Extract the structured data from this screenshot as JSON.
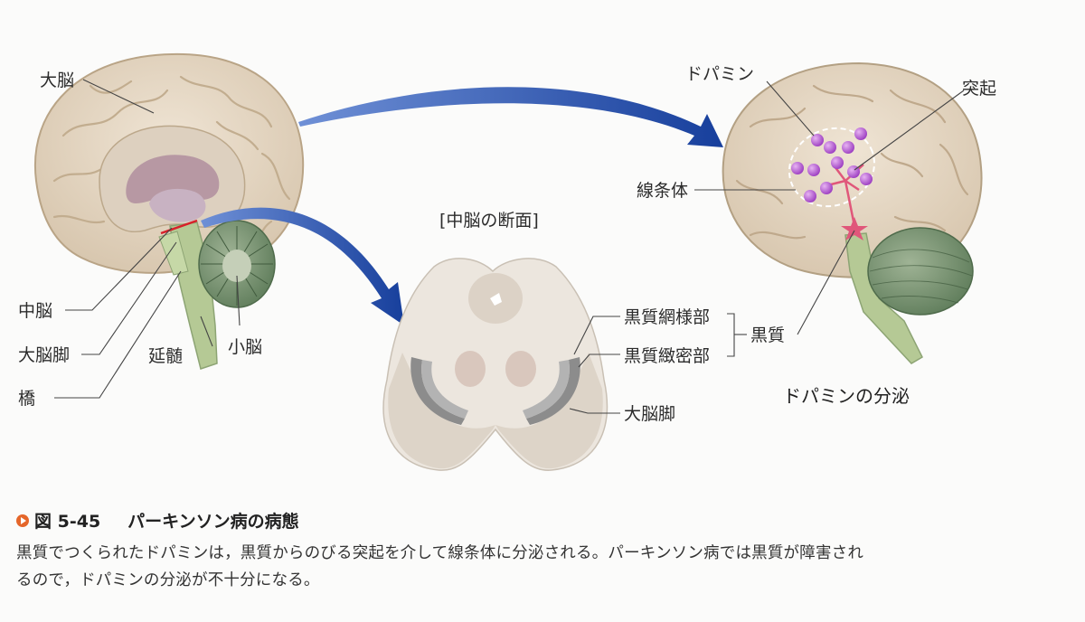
{
  "labels": {
    "cerebrum": "大脳",
    "midbrain": "中脳",
    "cerebral_peduncle_left": "大脳脚",
    "pons": "橋",
    "medulla": "延髄",
    "cerebellum": "小脳",
    "section_title": "[中脳の断面]",
    "substantia_nigra_reticulata": "黒質網様部",
    "substantia_nigra_compacta": "黒質緻密部",
    "substantia_nigra": "黒質",
    "cerebral_peduncle_right": "大脳脚",
    "dopamine": "ドパミン",
    "process": "突起",
    "striatum": "線条体",
    "dopamine_secretion": "ドパミンの分泌"
  },
  "caption": {
    "figure_number": "図 5-45",
    "title": "パーキンソン病の病態",
    "line1": "黒質でつくられたドパミンは，黒質からのびる突起を介して線条体に分泌される。パーキンソン病では黒質が障害され",
    "line2": "るので，ドパミンの分泌が不十分になる。"
  },
  "colors": {
    "brain": "#e8dccb",
    "brain_shadow": "#c9b59c",
    "cerebellum": "#7d9a73",
    "brainstem": "#b5c995",
    "arrow": "#1f4fb0",
    "dopamine": "#b55ad0",
    "pathway": "#e0577a",
    "section": "#e9e3dc"
  }
}
